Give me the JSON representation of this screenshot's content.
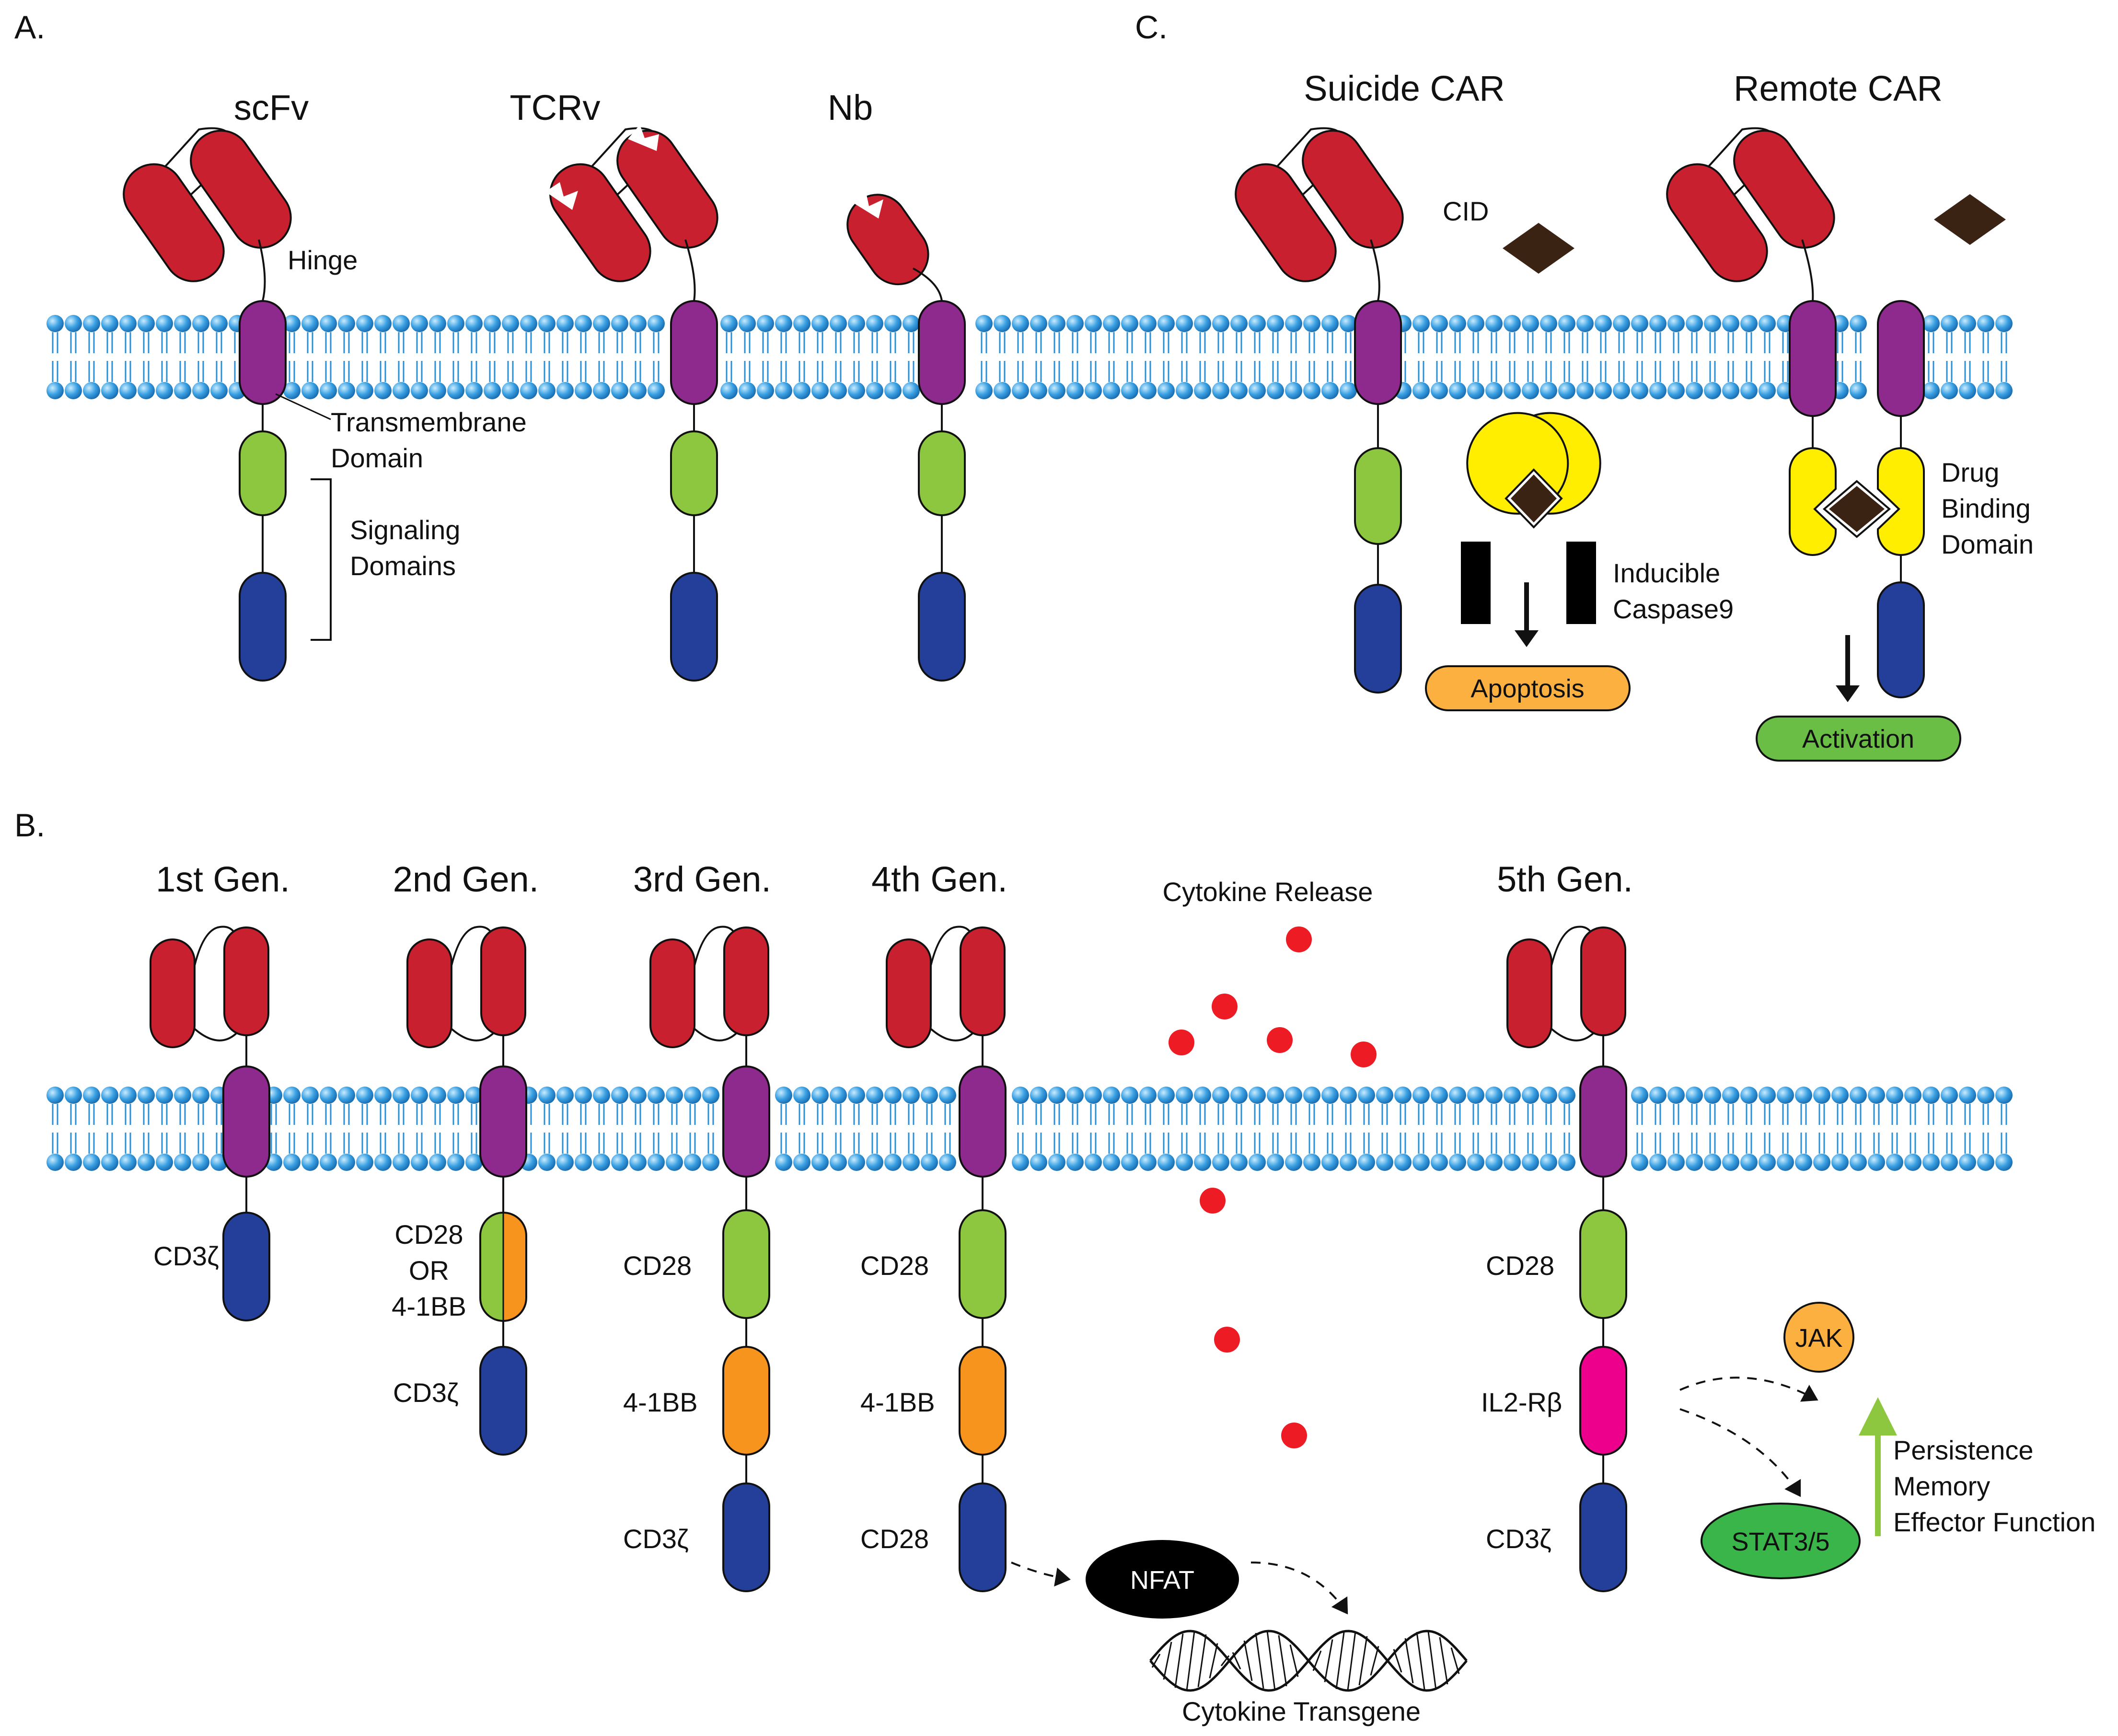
{
  "panels": {
    "a": "A.",
    "b": "B.",
    "c": "C."
  },
  "panel_a": {
    "binders": [
      "scFv",
      "TCRv",
      "Nb"
    ],
    "hinge": "Hinge",
    "transmembrane": [
      "Transmembrane",
      "Domain"
    ],
    "signaling": [
      "Signaling",
      "Domains"
    ]
  },
  "panel_c": {
    "suicide_title": "Suicide CAR",
    "remote_title": "Remote CAR",
    "cid": "CID",
    "caspase": [
      "Inducible",
      "Caspase9"
    ],
    "apoptosis": "Apoptosis",
    "drug_binding": [
      "Drug",
      "Binding",
      "Domain"
    ],
    "activation": "Activation"
  },
  "panel_b": {
    "generations": [
      "1st Gen.",
      "2nd Gen.",
      "3rd Gen.",
      "4th Gen.",
      "5th Gen."
    ],
    "cytokine_release": "Cytokine Release",
    "cd3z": "CD3ζ",
    "cd28": "CD28",
    "or_stack": [
      "CD28",
      "OR",
      "4-1BB"
    ],
    "bb41": "4-1BB",
    "il2rb": "IL2-Rβ",
    "nfat": "NFAT",
    "cytokine_transgene": "Cytokine Transgene",
    "jak": "JAK",
    "stat": "STAT3/5",
    "outcomes": [
      "Persistence",
      "Memory",
      "Effector Function"
    ]
  },
  "colors": {
    "antigen_binder": "#c8202f",
    "transmembrane": "#8e2a8e",
    "cd28": "#8dc63f",
    "cd3z": "#233f9a",
    "bb41": "#f7941d",
    "il2rb": "#ec008c",
    "membrane": "#2b8fd4",
    "drug_binding": "#ffee00",
    "cid": "#3b2314",
    "apoptosis": "#fbb040",
    "activation": "#6abd45",
    "stat": "#39b54a",
    "jak": "#fbb040",
    "cytokine": "#ed1c24"
  }
}
